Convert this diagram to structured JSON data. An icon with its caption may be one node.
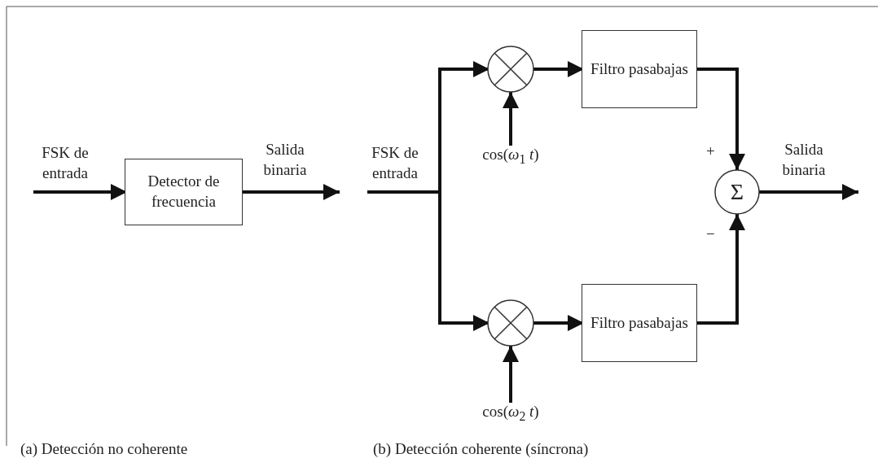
{
  "diagram": {
    "nodes": [
      {
        "text": [
          "FSK de entrada"
        ]
      },
      {
        "text": [
          "Detector de frecuencia"
        ]
      },
      {
        "text": [
          "Salida binaria"
        ]
      },
      {
        "text": [
          "FSK de entrada"
        ]
      },
      {
        "text": [],
        "shape": "circle"
      },
      {
        "text": [
          "Filtro pasabajas"
        ]
      },
      {
        "text": [
          "cos(*ω*$_{1}$ *t*)"
        ]
      },
      {
        "text": [],
        "shape": "circle"
      },
      {
        "text": [
          "Filtro pasabajas"
        ]
      },
      {
        "text": [
          "cos(*ω*$_{2}$ *t*)"
        ]
      },
      {
        "text": [
          "Σ"
        ]
      },
      {
        "text": [
          "Salida binaria"
        ]
      }
    ],
    "edges": [
      {
        "from": 0,
        "to": 1,
        "arrow": "to"
      },
      {
        "from": 1,
        "to": 2,
        "arrow": "to"
      },
      {
        "from": 3,
        "to": 4,
        "arrow": "to"
      },
      {
        "from": 3,
        "to": 7,
        "arrow": "to"
      },
      {
        "from": 4,
        "to": 5,
        "arrow": "to"
      },
      {
        "from": 6,
        "to": 4,
        "arrow": "to"
      },
      {
        "from": 5,
        "to": 10,
        "arrow": "to",
        "label": "+"
      },
      {
        "from": 8,
        "to": 10,
        "arrow": "to",
        "label": "−"
      },
      {
        "from": 10,
        "to": 11,
        "arrow": "to"
      },
      {
        "from": 7,
        "to": 8,
        "arrow": "to"
      },
      {
        "from": 9,
        "to": 7,
        "arrow": "to"
      }
    ],
    "labels": [
      "(a) Detección no coherente",
      "(b) Detección coherente (síncrona)"
    ]
  }
}
